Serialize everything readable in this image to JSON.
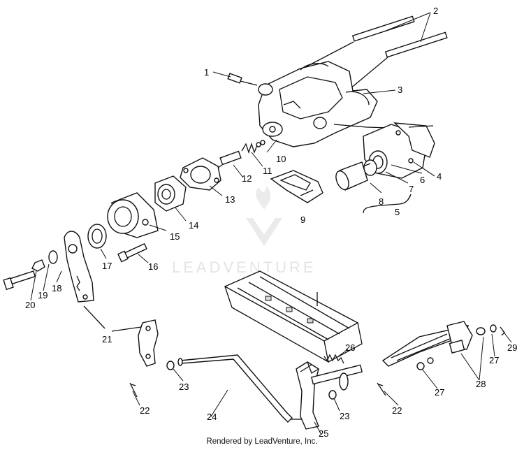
{
  "watermark": "LEADVENTURE",
  "footer_credit": "Rendered by LeadVenture, Inc.",
  "callouts": [
    "1",
    "2",
    "3",
    "4",
    "5",
    "6",
    "7",
    "8",
    "9",
    "10",
    "11",
    "12",
    "13",
    "14",
    "15",
    "16",
    "17",
    "18",
    "19",
    "20",
    "21",
    "22",
    "22",
    "23",
    "23",
    "24",
    "25",
    "26",
    "27",
    "27",
    "28",
    "29"
  ]
}
